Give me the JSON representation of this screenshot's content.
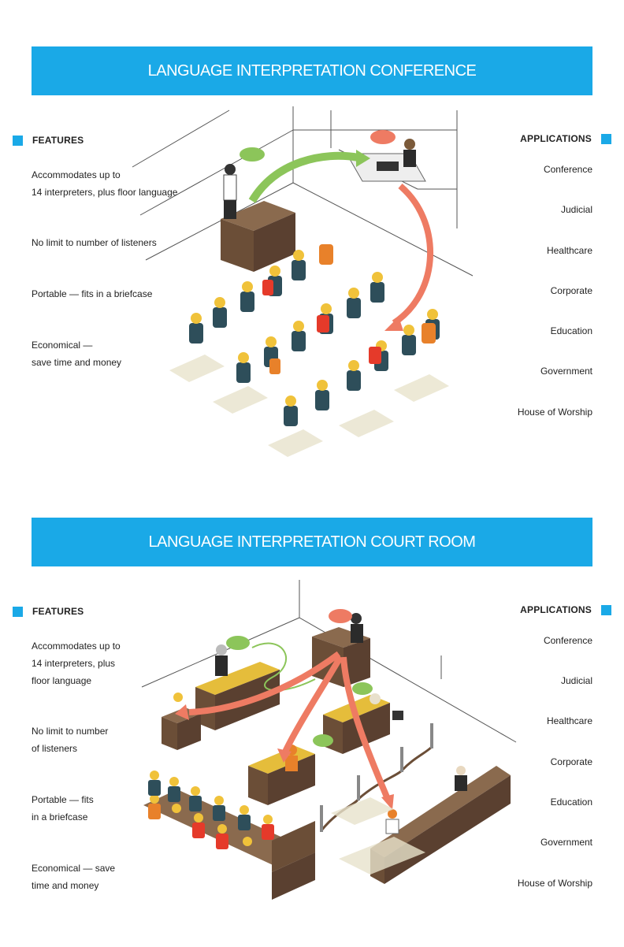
{
  "colors": {
    "banner": "#1aa9e7",
    "accent_square": "#1aa9e7",
    "green_arrow": "#8cc55a",
    "red_arrow": "#ee7b63",
    "wood": "#6b4e37",
    "desk_top": "#e5bd3b"
  },
  "conference": {
    "title": "LANGUAGE INTERPRETATION CONFERENCE",
    "features_heading": "FEATURES",
    "applications_heading": "APPLICATIONS",
    "features": [
      {
        "lines": [
          "Accommodates up to",
          "14 interpreters, plus floor language"
        ]
      },
      {
        "lines": [
          "No limit to number of listeners"
        ]
      },
      {
        "lines": [
          "Portable — fits in a briefcase"
        ]
      },
      {
        "lines": [
          "Economical —",
          "save time and money"
        ]
      }
    ],
    "applications": [
      "Conference",
      "Judicial",
      "Healthcare",
      "Corporate",
      "Education",
      "Government",
      "House of Worship"
    ]
  },
  "courtroom": {
    "title": "LANGUAGE INTERPRETATION COURT ROOM",
    "features_heading": "FEATURES",
    "applications_heading": "APPLICATIONS",
    "features": [
      {
        "lines": [
          "Accommodates up to",
          "14 interpreters, plus",
          "floor language"
        ]
      },
      {
        "lines": [
          "No limit to number",
          "of listeners"
        ]
      },
      {
        "lines": [
          "Portable — fits",
          "in a briefcase"
        ]
      },
      {
        "lines": [
          "Economical — save",
          "time and money"
        ]
      }
    ],
    "applications": [
      "Conference",
      "Judicial",
      "Healthcare",
      "Corporate",
      "Education",
      "Government",
      "House of Worship"
    ]
  }
}
